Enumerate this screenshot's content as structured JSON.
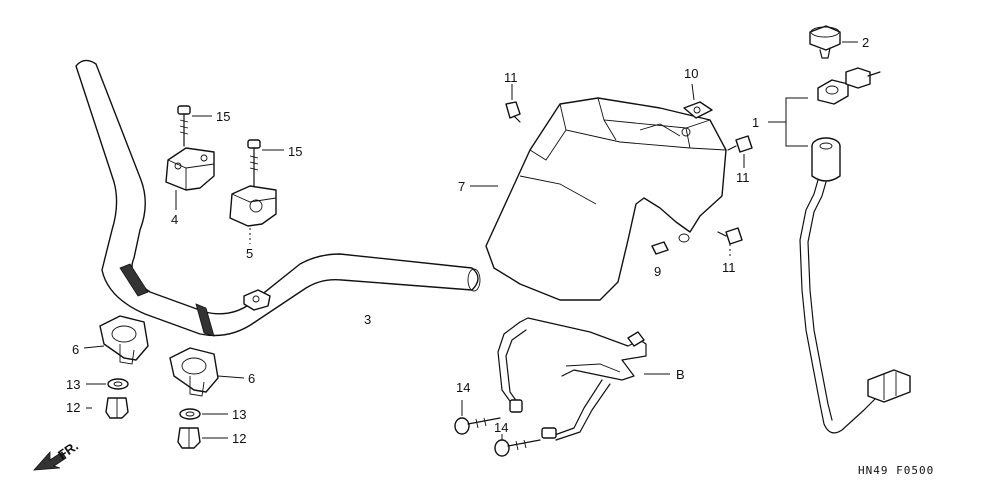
{
  "callouts": {
    "c1": "1",
    "c2": "2",
    "c3": "3",
    "c4": "4",
    "c5": "5",
    "c6a": "6",
    "c6b": "6",
    "c7": "7",
    "c9": "9",
    "c10": "10",
    "c11a": "11",
    "c11b": "11",
    "c11c": "11",
    "c12a": "12",
    "c12b": "12",
    "c13a": "13",
    "c13b": "13",
    "c14a": "14",
    "c14b": "14",
    "c15a": "15",
    "c15b": "15",
    "cB": "B"
  },
  "front_indicator": "FR.",
  "diagram_code": "HN49  F0500"
}
